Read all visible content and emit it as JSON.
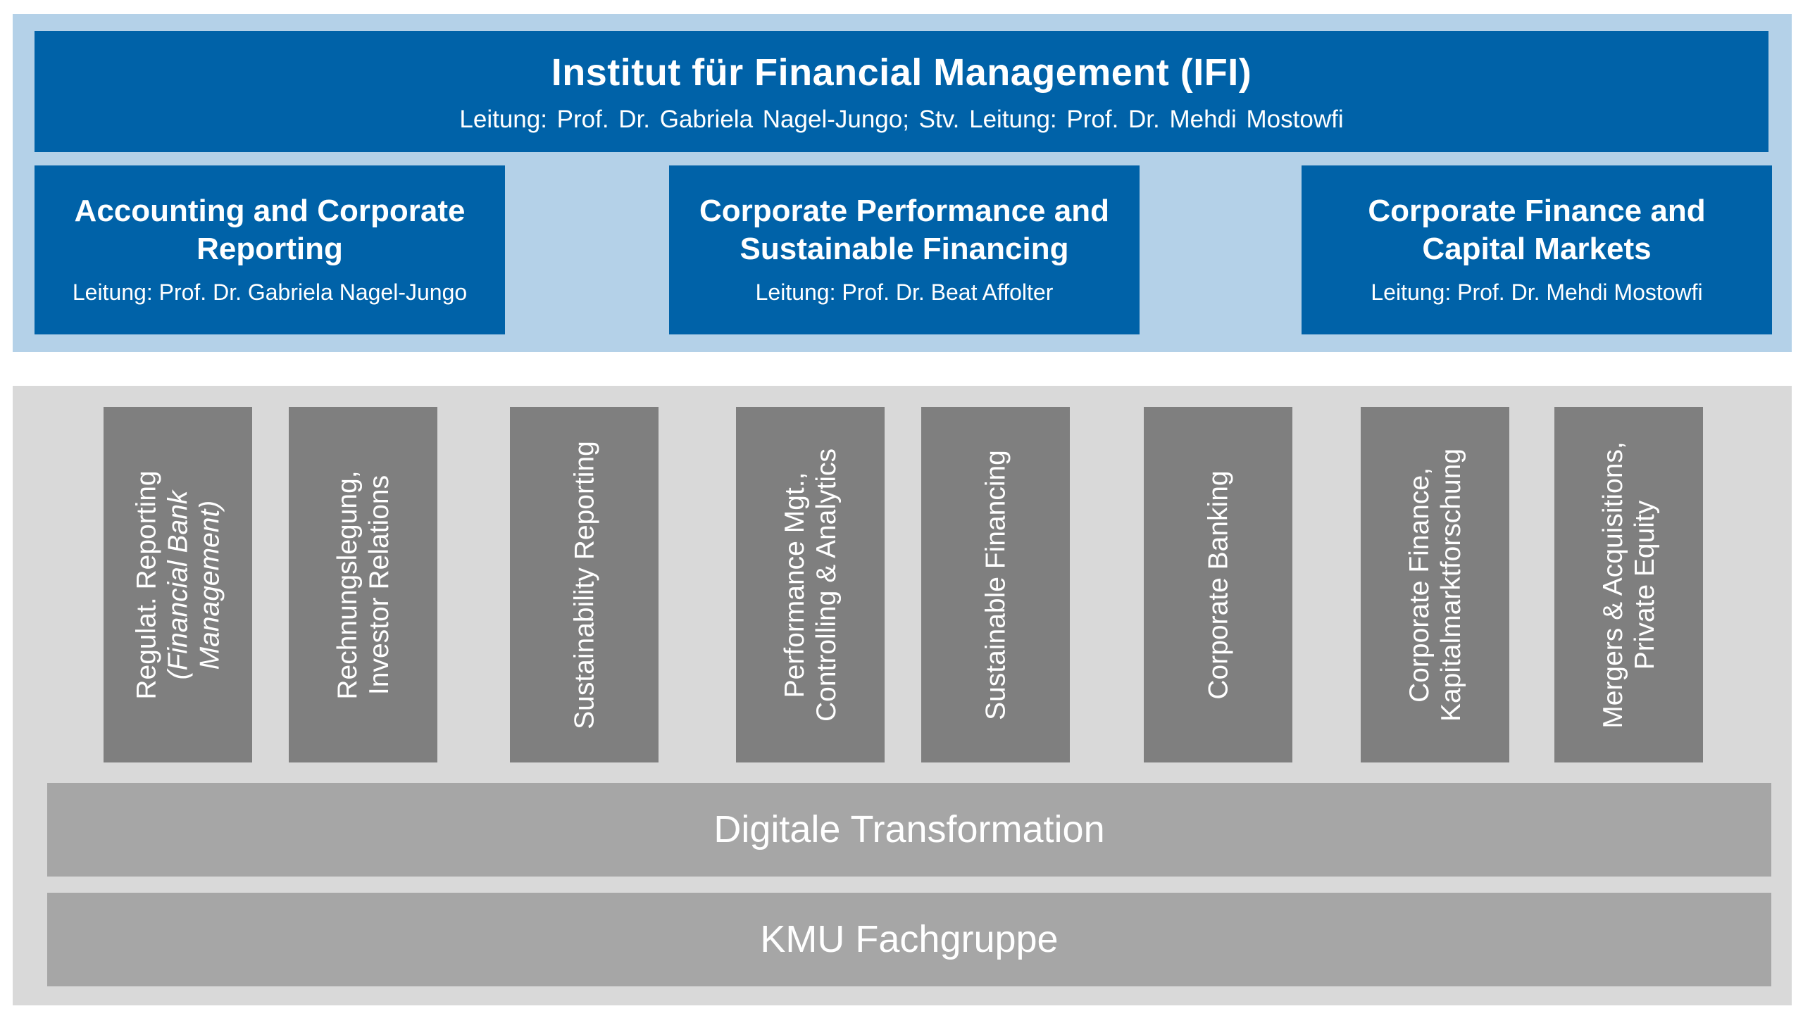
{
  "header": {
    "title": "Institut für Financial Management (IFI)",
    "subtitle": "Leitung:  Prof. Dr. Gabriela  Nagel-Jungo;  Stv. Leitung:  Prof. Dr. Mehdi  Mostowfi"
  },
  "departments": [
    {
      "title_line1": "Accounting and Corporate",
      "title_line2": "Reporting",
      "lead": "Leitung: Prof. Dr. Gabriela Nagel-Jungo"
    },
    {
      "title_line1": "Corporate Performance and",
      "title_line2": "Sustainable Financing",
      "lead": "Leitung: Prof. Dr. Beat Affolter"
    },
    {
      "title_line1": "Corporate Finance and",
      "title_line2": "Capital Markets",
      "lead": "Leitung: Prof. Dr. Mehdi Mostowfi"
    }
  ],
  "competence_areas": [
    {
      "line1": "Regulat. Reporting",
      "line2": "(Financial Bank",
      "line3": "Management)"
    },
    {
      "line1": "Rechnungslegung,",
      "line2": "Investor Relations"
    },
    {
      "line1": "Sustainability Reporting"
    },
    {
      "line1": "Performance Mgt.,",
      "line2": "Controlling & Analytics"
    },
    {
      "line1": "Sustainable Financing"
    },
    {
      "line1": "Corporate Banking"
    },
    {
      "line1": "Corporate Finance,",
      "line2": "Kapitalmarktforschung"
    },
    {
      "line1": "Mergers & Acquisitions,",
      "line2": "Private Equity"
    }
  ],
  "cross_sections": [
    {
      "label": "Digitale Transformation"
    },
    {
      "label": "KMU Fachgruppe"
    }
  ],
  "colors": {
    "primary_blue": "#0062a8",
    "light_blue_panel": "#b4d1e8",
    "grey_panel": "#d9d9d9",
    "dark_grey_column": "#7f7f7f",
    "mid_grey_band": "#a6a6a6"
  }
}
